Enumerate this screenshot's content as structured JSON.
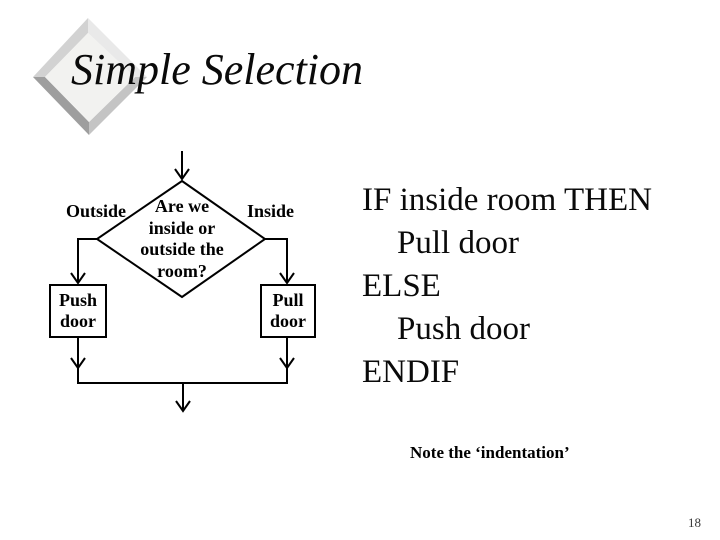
{
  "slide": {
    "title": "Simple Selection",
    "note": "Note the ‘indentation’",
    "page_number": "18"
  },
  "flowchart": {
    "outside_label": "Outside",
    "inside_label": "Inside",
    "decision_text": "Are we\ninside or\noutside the\nroom?",
    "push_box_text": "Push\ndoor",
    "pull_box_text": "Pull\ndoor"
  },
  "pseudocode": {
    "lines": [
      {
        "text": "IF inside room THEN",
        "indent": 0
      },
      {
        "text": "Pull door",
        "indent": 1
      },
      {
        "text": "ELSE",
        "indent": 0
      },
      {
        "text": "Push door",
        "indent": 1
      },
      {
        "text": "ENDIF",
        "indent": 0
      }
    ]
  },
  "colors": {
    "background": "#ffffff",
    "line": "#000000",
    "text": "#000000",
    "diamond_face": "#f2f2f0",
    "bevel_top_right": "#e9e9e9",
    "bevel_top_left": "#d2d2d2",
    "bevel_bottom_right": "#c4c4c4",
    "bevel_bottom_left": "#9e9e9e"
  }
}
